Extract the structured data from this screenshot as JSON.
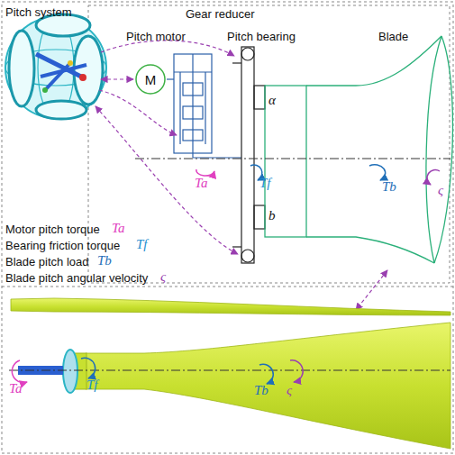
{
  "diagram": {
    "nodes": [
      {
        "text": [
          "M"
        ]
      }
    ],
    "labels": [
      "Pitch system",
      "Gear reducer",
      "Pitch motor",
      "Pitch bearing",
      "Blade",
      "α",
      "b",
      "Ta",
      "Tf",
      "Tb",
      "ς",
      "Motor pitch torque",
      "Ta",
      "Bearing friction torque",
      "Tf",
      "Blade pitch load",
      "Tb",
      "Blade pitch angular velocity",
      "ς",
      "Ta",
      "Tf",
      "Tb",
      "ς"
    ]
  }
}
